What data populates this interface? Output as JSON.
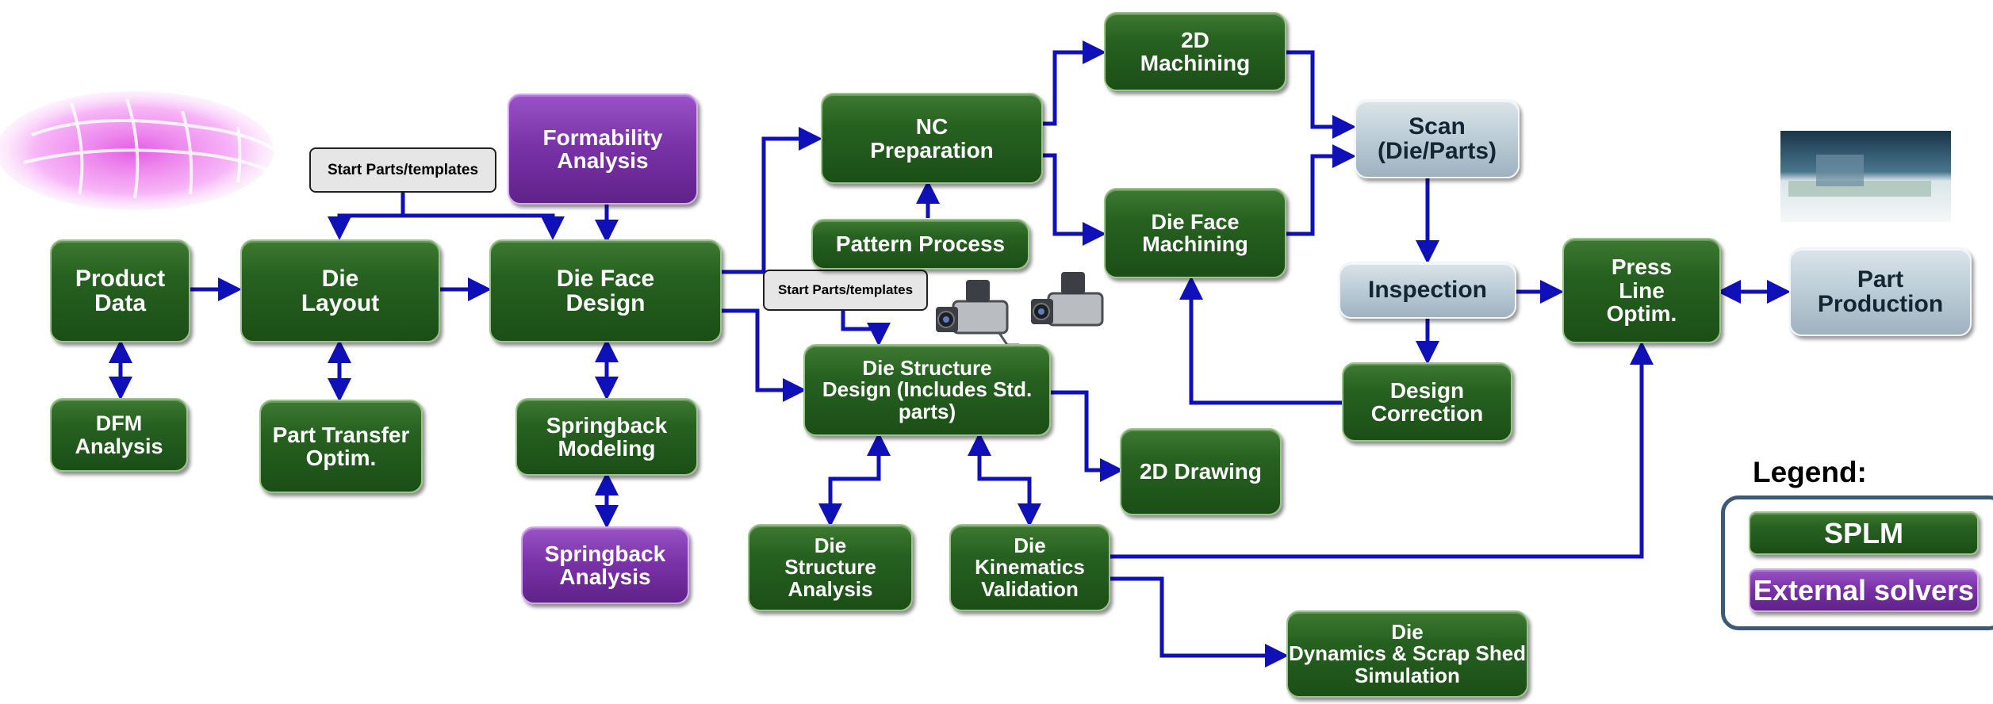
{
  "nodes": {
    "product_data": "Product\nData",
    "dfm_analysis": "DFM Analysis",
    "die_layout": "Die\nLayout",
    "part_transfer": "Part Transfer\nOptim.",
    "formability": "Formability\nAnalysis",
    "die_face_design": "Die Face\nDesign",
    "springback_modeling": "Springback\nModeling",
    "springback_analysis": "Springback\nAnalysis",
    "nc_preparation": "NC\nPreparation",
    "pattern_process": "Pattern Process",
    "die_structure_design": "Die Structure\nDesign (Includes Std.\nparts)",
    "die_structure_analysis": "Die\nStructure\nAnalysis",
    "die_kinematics": "Die\nKinematics\nValidation",
    "drawing_2d": "2D Drawing",
    "die_dynamics": "Die\nDynamics & Scrap Shed\nSimulation",
    "machining_2d": "2D\nMachining",
    "die_face_machining": "Die Face\nMachining",
    "scan": "Scan\n(Die/Parts)",
    "inspection": "Inspection",
    "design_correction": "Design\nCorrection",
    "press_line": "Press\nLine\nOptim.",
    "part_production": "Part\nProduction"
  },
  "tags": {
    "start_parts_1": "Start Parts/templates",
    "start_parts_2": "Start Parts/templates"
  },
  "legend": {
    "title": "Legend:",
    "splm": "SPLM",
    "external": "External solvers"
  },
  "colors": {
    "splm_green": "#276121",
    "external_purple": "#7b33a8",
    "process_gray": "#bcccd6",
    "arrow_blue": "#1010b8"
  }
}
